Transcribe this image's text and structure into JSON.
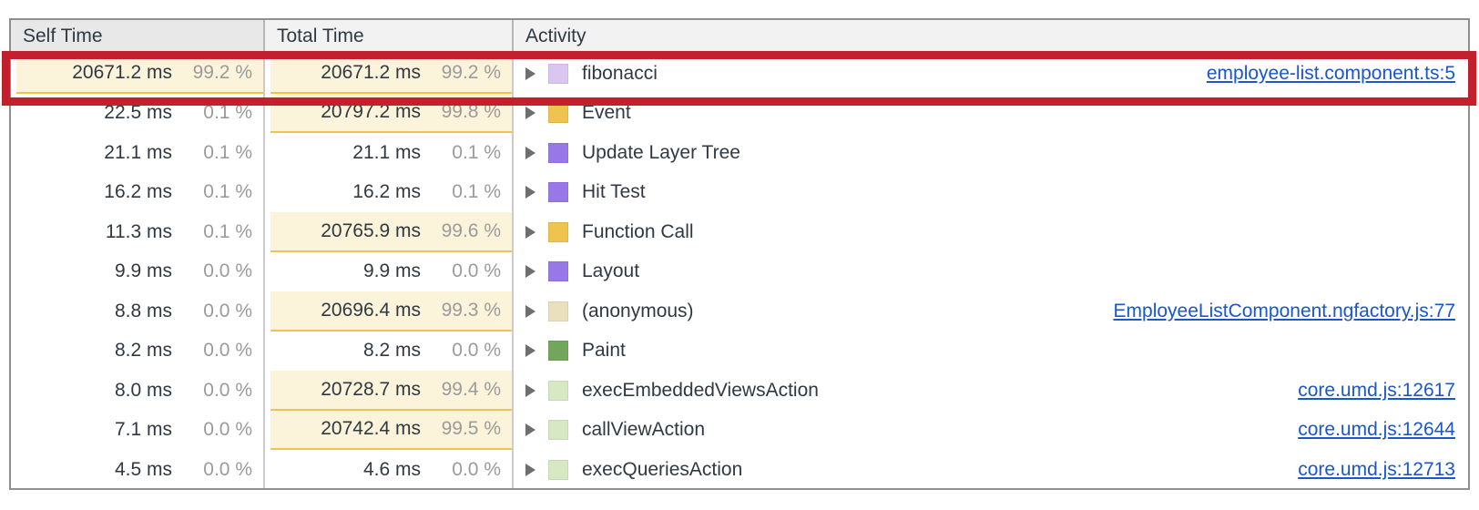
{
  "colors": {
    "highlight_bg": "#fbf3da",
    "highlight_border": "#eec34f",
    "link_color": "#1a56cc",
    "annotation_red": "#c2202c"
  },
  "table": {
    "columns": [
      {
        "label": "Self Time"
      },
      {
        "label": "Total Time"
      },
      {
        "label": "Activity"
      }
    ],
    "rows": [
      {
        "self_time": "20671.2 ms",
        "self_pct": "99.2 %",
        "self_highlight": true,
        "total_time": "20671.2 ms",
        "total_pct": "99.2 %",
        "total_highlight": true,
        "activity": "fibonacci",
        "swatch_color": "#d9c7f2",
        "swatch_dotted": true,
        "link": "employee-list.component.ts:5",
        "annotated": true
      },
      {
        "self_time": "22.5 ms",
        "self_pct": "0.1 %",
        "self_highlight": false,
        "total_time": "20797.2 ms",
        "total_pct": "99.8 %",
        "total_highlight": true,
        "activity": "Event",
        "swatch_color": "#eec44f",
        "swatch_dotted": true,
        "link": "",
        "annotated": false
      },
      {
        "self_time": "21.1 ms",
        "self_pct": "0.1 %",
        "self_highlight": false,
        "total_time": "21.1 ms",
        "total_pct": "0.1 %",
        "total_highlight": false,
        "activity": "Update Layer Tree",
        "swatch_color": "#9878e8",
        "swatch_dotted": false,
        "link": "",
        "annotated": false
      },
      {
        "self_time": "16.2 ms",
        "self_pct": "0.1 %",
        "self_highlight": false,
        "total_time": "16.2 ms",
        "total_pct": "0.1 %",
        "total_highlight": false,
        "activity": "Hit Test",
        "swatch_color": "#9878e8",
        "swatch_dotted": false,
        "link": "",
        "annotated": false
      },
      {
        "self_time": "11.3 ms",
        "self_pct": "0.1 %",
        "self_highlight": false,
        "total_time": "20765.9 ms",
        "total_pct": "99.6 %",
        "total_highlight": true,
        "activity": "Function Call",
        "swatch_color": "#eec44f",
        "swatch_dotted": true,
        "link": "",
        "annotated": false
      },
      {
        "self_time": "9.9 ms",
        "self_pct": "0.0 %",
        "self_highlight": false,
        "total_time": "9.9 ms",
        "total_pct": "0.0 %",
        "total_highlight": false,
        "activity": "Layout",
        "swatch_color": "#9878e8",
        "swatch_dotted": false,
        "link": "",
        "annotated": false
      },
      {
        "self_time": "8.8 ms",
        "self_pct": "0.0 %",
        "self_highlight": false,
        "total_time": "20696.4 ms",
        "total_pct": "99.3 %",
        "total_highlight": true,
        "activity": "(anonymous)",
        "swatch_color": "#ebe0bd",
        "swatch_dotted": true,
        "link": "EmployeeListComponent.ngfactory.js:77",
        "annotated": false
      },
      {
        "self_time": "8.2 ms",
        "self_pct": "0.0 %",
        "self_highlight": false,
        "total_time": "8.2 ms",
        "total_pct": "0.0 %",
        "total_highlight": false,
        "activity": "Paint",
        "swatch_color": "#72a65d",
        "swatch_dotted": false,
        "link": "",
        "annotated": false
      },
      {
        "self_time": "8.0 ms",
        "self_pct": "0.0 %",
        "self_highlight": false,
        "total_time": "20728.7 ms",
        "total_pct": "99.4 %",
        "total_highlight": true,
        "activity": "execEmbeddedViewsAction",
        "swatch_color": "#d6e9c4",
        "swatch_dotted": true,
        "link": "core.umd.js:12617",
        "annotated": false
      },
      {
        "self_time": "7.1 ms",
        "self_pct": "0.0 %",
        "self_highlight": false,
        "total_time": "20742.4 ms",
        "total_pct": "99.5 %",
        "total_highlight": true,
        "activity": "callViewAction",
        "swatch_color": "#d6e9c4",
        "swatch_dotted": true,
        "link": "core.umd.js:12644",
        "annotated": false
      },
      {
        "self_time": "4.5 ms",
        "self_pct": "0.0 %",
        "self_highlight": false,
        "total_time": "4.6 ms",
        "total_pct": "0.0 %",
        "total_highlight": false,
        "activity": "execQueriesAction",
        "swatch_color": "#d6e9c4",
        "swatch_dotted": true,
        "link": "core.umd.js:12713",
        "annotated": false
      }
    ]
  },
  "annotation": {
    "description": "red rectangle drawn around first row (fibonacci)"
  }
}
